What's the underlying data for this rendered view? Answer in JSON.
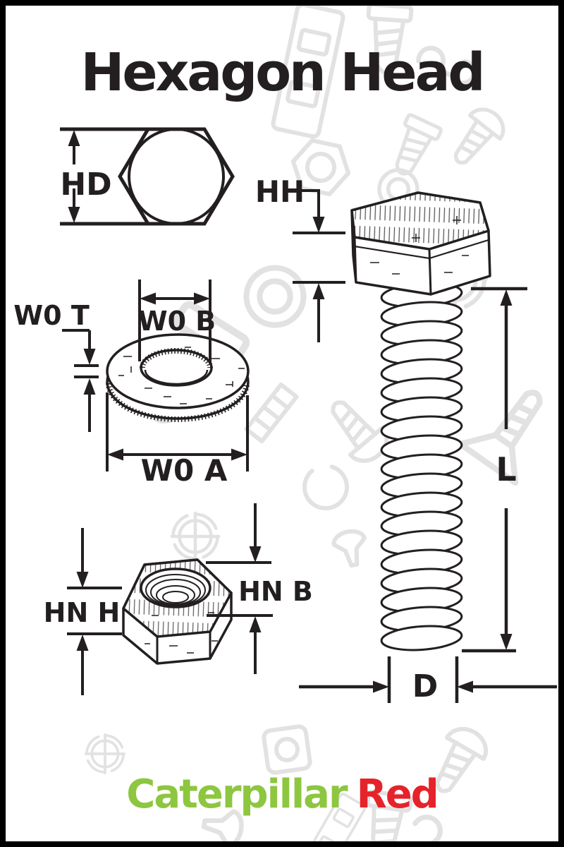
{
  "title": "Hexagon Head",
  "labels": {
    "hd": "HD",
    "hh": "HH",
    "wot": "W0 T",
    "wob": "W0 B",
    "woa": "W0 A",
    "hnh": "HN H",
    "hnb": "HN B",
    "l": "L",
    "d": "D"
  },
  "brand": {
    "name_green": "Caterpillar",
    "name_red": "Red"
  },
  "colors": {
    "ink": "#231f20",
    "brand_green": "#8dc63f",
    "brand_red": "#e5232b",
    "watermark": "#e2e2e2",
    "background": "#ffffff",
    "border": "#000000"
  }
}
